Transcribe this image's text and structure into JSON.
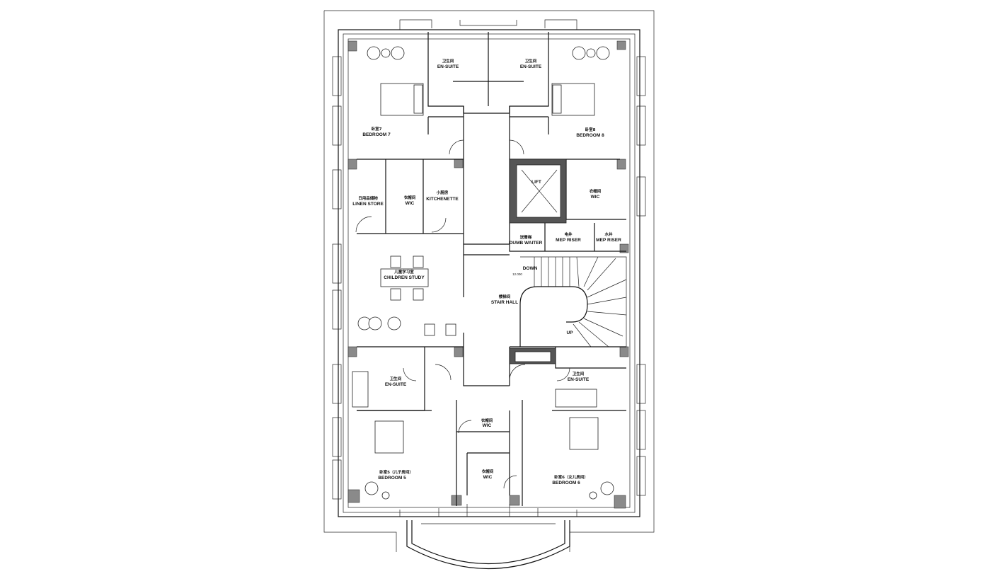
{
  "plan": {
    "rooms": {
      "ensuite_7": {
        "cn": "卫生间",
        "en": "EN-SUITE"
      },
      "ensuite_8": {
        "cn": "卫生间",
        "en": "EN-SUITE"
      },
      "bedroom_7": {
        "cn": "卧室7",
        "en": "BEDROOM 7"
      },
      "bedroom_8": {
        "cn": "卧室8",
        "en": "BEDROOM 8"
      },
      "linen_store": {
        "cn": "日用品储物",
        "en": "LINEN STORE"
      },
      "wic_left": {
        "cn": "衣帽间",
        "en": "WIC"
      },
      "kitchenette": {
        "cn": "小厨房",
        "en": "KITCHENETTE"
      },
      "lift": {
        "en": "LIFT"
      },
      "wic_right": {
        "cn": "衣帽间",
        "en": "WIC"
      },
      "dumb_waiter": {
        "cn": "送餐梯",
        "en": "DUMB WAITER"
      },
      "mep_riser_1": {
        "cn": "电井",
        "en": "MEP RISER"
      },
      "mep_riser_2": {
        "cn": "水井",
        "en": "MEP RISER"
      },
      "children_study": {
        "cn": "儿童学习室",
        "en": "CHILDREN STUDY"
      },
      "stair_hall": {
        "cn": "楼梯间",
        "en": "STAIR HALL"
      },
      "ensuite_5": {
        "cn": "卫生间",
        "en": "EN-SUITE"
      },
      "ensuite_6": {
        "cn": "卫生间",
        "en": "EN-SUITE"
      },
      "wic_5": {
        "cn": "衣帽间",
        "en": "WIC"
      },
      "wic_6": {
        "cn": "衣帽间",
        "en": "WIC"
      },
      "bedroom_5": {
        "cn": "卧室5（儿子房间）",
        "en": "BEDROOM 5"
      },
      "bedroom_6": {
        "cn": "卧室6（女儿房间）",
        "en": "BEDROOM 6"
      }
    },
    "stair": {
      "down": "DOWN",
      "up": "UP",
      "level": "12.000"
    }
  }
}
